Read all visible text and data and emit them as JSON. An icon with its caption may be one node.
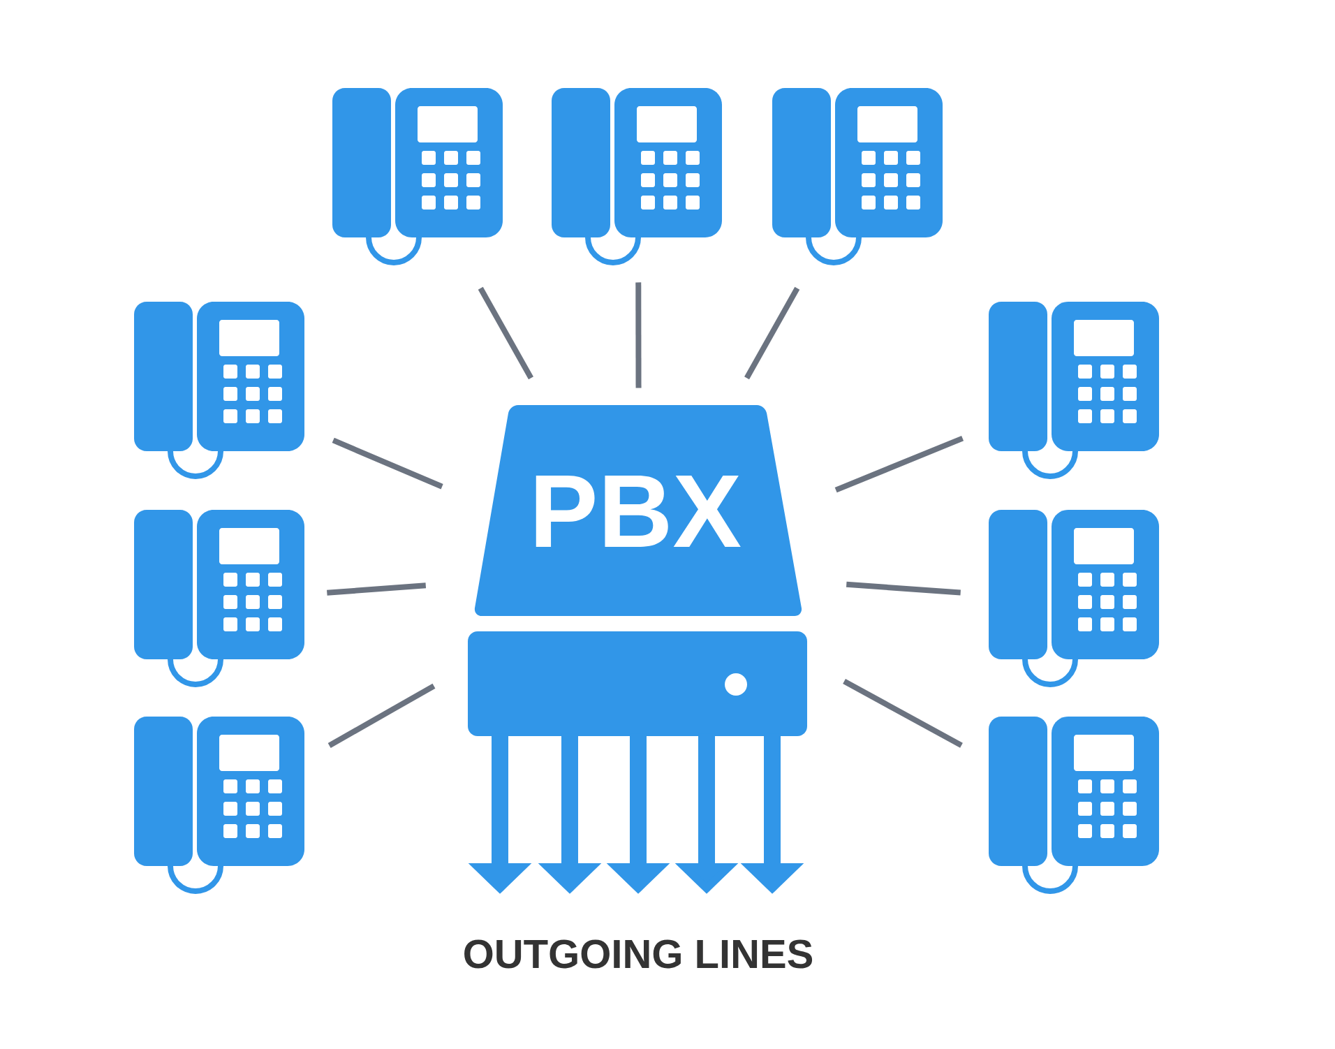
{
  "diagram": {
    "nodes": [
      {
        "text": [
          "PBX"
        ]
      },
      {
        "text": [],
        "shape": "phone"
      },
      {
        "text": [],
        "shape": "phone"
      },
      {
        "text": [],
        "shape": "phone"
      },
      {
        "text": [],
        "shape": "phone"
      },
      {
        "text": [],
        "shape": "phone"
      },
      {
        "text": [],
        "shape": "phone"
      },
      {
        "text": [],
        "shape": "phone"
      },
      {
        "text": [],
        "shape": "phone"
      },
      {
        "text": [],
        "shape": "phone"
      }
    ],
    "edges": [
      {
        "from": 1,
        "to": 0,
        "arrow": "none"
      },
      {
        "from": 2,
        "to": 0,
        "arrow": "none"
      },
      {
        "from": 3,
        "to": 0,
        "arrow": "none"
      },
      {
        "from": 4,
        "to": 0,
        "arrow": "none"
      },
      {
        "from": 5,
        "to": 0,
        "arrow": "none"
      },
      {
        "from": 6,
        "to": 0,
        "arrow": "none"
      },
      {
        "from": 7,
        "to": 0,
        "arrow": "none"
      },
      {
        "from": 8,
        "to": 0,
        "arrow": "none"
      },
      {
        "from": 9,
        "to": 0,
        "arrow": "none"
      },
      {
        "from": 0,
        "to": null,
        "arrow": "to",
        "style": "thick",
        "color": "#3196e8"
      },
      {
        "from": 0,
        "to": null,
        "arrow": "to",
        "style": "thick",
        "color": "#3196e8"
      },
      {
        "from": 0,
        "to": null,
        "arrow": "to",
        "style": "thick",
        "color": "#3196e8"
      },
      {
        "from": 0,
        "to": null,
        "arrow": "to",
        "style": "thick",
        "color": "#3196e8"
      },
      {
        "from": 0,
        "to": null,
        "arrow": "to",
        "style": "thick",
        "color": "#3196e8"
      }
    ],
    "labels": [
      "OUTGOING LINES"
    ]
  }
}
